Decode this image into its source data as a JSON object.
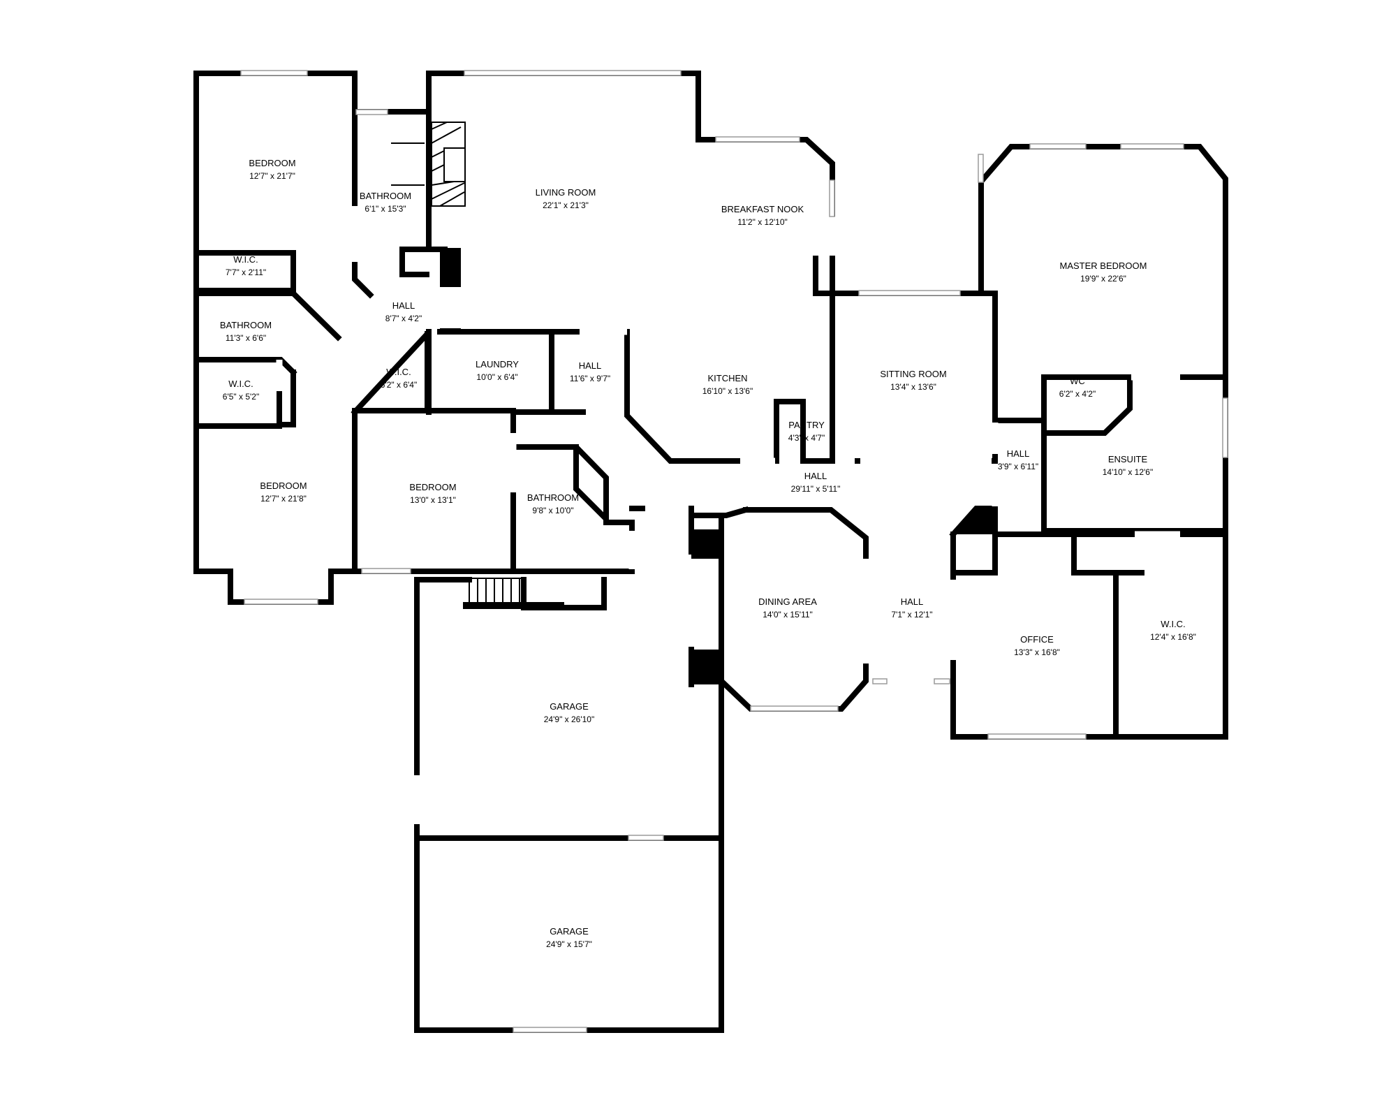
{
  "rooms": [
    {
      "id": "bedroom-1",
      "name": "BEDROOM",
      "dims": "12'7\" x 21'7\""
    },
    {
      "id": "bathroom-1",
      "name": "BATHROOM",
      "dims": "6'1\" x 15'3\""
    },
    {
      "id": "living-room",
      "name": "LIVING ROOM",
      "dims": "22'1\" x 21'3\""
    },
    {
      "id": "breakfast-nook",
      "name": "BREAKFAST NOOK",
      "dims": "11'2\" x 12'10\""
    },
    {
      "id": "master-bedroom",
      "name": "MASTER BEDROOM",
      "dims": "19'9\" x 22'6\""
    },
    {
      "id": "wic-1",
      "name": "W.I.C.",
      "dims": "7'7\" x 2'11\""
    },
    {
      "id": "hall-1",
      "name": "HALL",
      "dims": "8'7\" x 4'2\""
    },
    {
      "id": "bathroom-2",
      "name": "BATHROOM",
      "dims": "11'3\" x 6'6\""
    },
    {
      "id": "laundry",
      "name": "LAUNDRY",
      "dims": "10'0\" x 6'4\""
    },
    {
      "id": "hall-2",
      "name": "HALL",
      "dims": "11'6\" x 9'7\""
    },
    {
      "id": "kitchen",
      "name": "KITCHEN",
      "dims": "16'10\" x 13'6\""
    },
    {
      "id": "sitting-room",
      "name": "SITTING ROOM",
      "dims": "13'4\" x 13'6\""
    },
    {
      "id": "wc",
      "name": "WC",
      "dims": "6'2\" x 4'2\""
    },
    {
      "id": "wic-2",
      "name": "W.I.C.",
      "dims": "6'5\" x 5'2\""
    },
    {
      "id": "wic-3",
      "name": "W.I.C.",
      "dims": "6'2\" x 6'4\""
    },
    {
      "id": "pantry",
      "name": "PANTRY",
      "dims": "4'3\" x 4'7\""
    },
    {
      "id": "hall-3",
      "name": "HALL",
      "dims": "3'9\" x 6'11\""
    },
    {
      "id": "ensuite",
      "name": "ENSUITE",
      "dims": "14'10\" x 12'6\""
    },
    {
      "id": "hall-4",
      "name": "HALL",
      "dims": "29'11\" x 5'11\""
    },
    {
      "id": "bedroom-2",
      "name": "BEDROOM",
      "dims": "12'7\" x 21'8\""
    },
    {
      "id": "bedroom-3",
      "name": "BEDROOM",
      "dims": "13'0\" x 13'1\""
    },
    {
      "id": "bathroom-3",
      "name": "BATHROOM",
      "dims": "9'8\" x 10'0\""
    },
    {
      "id": "dining-area",
      "name": "DINING AREA",
      "dims": "14'0\" x 15'11\""
    },
    {
      "id": "hall-5",
      "name": "HALL",
      "dims": "7'1\" x 12'1\""
    },
    {
      "id": "office",
      "name": "OFFICE",
      "dims": "13'3\" x 16'8\""
    },
    {
      "id": "wic-4",
      "name": "W.I.C.",
      "dims": "12'4\" x 16'8\""
    },
    {
      "id": "garage-1",
      "name": "GARAGE",
      "dims": "24'9\" x 26'10\""
    },
    {
      "id": "garage-2",
      "name": "GARAGE",
      "dims": "24'9\" x 15'7\""
    }
  ]
}
